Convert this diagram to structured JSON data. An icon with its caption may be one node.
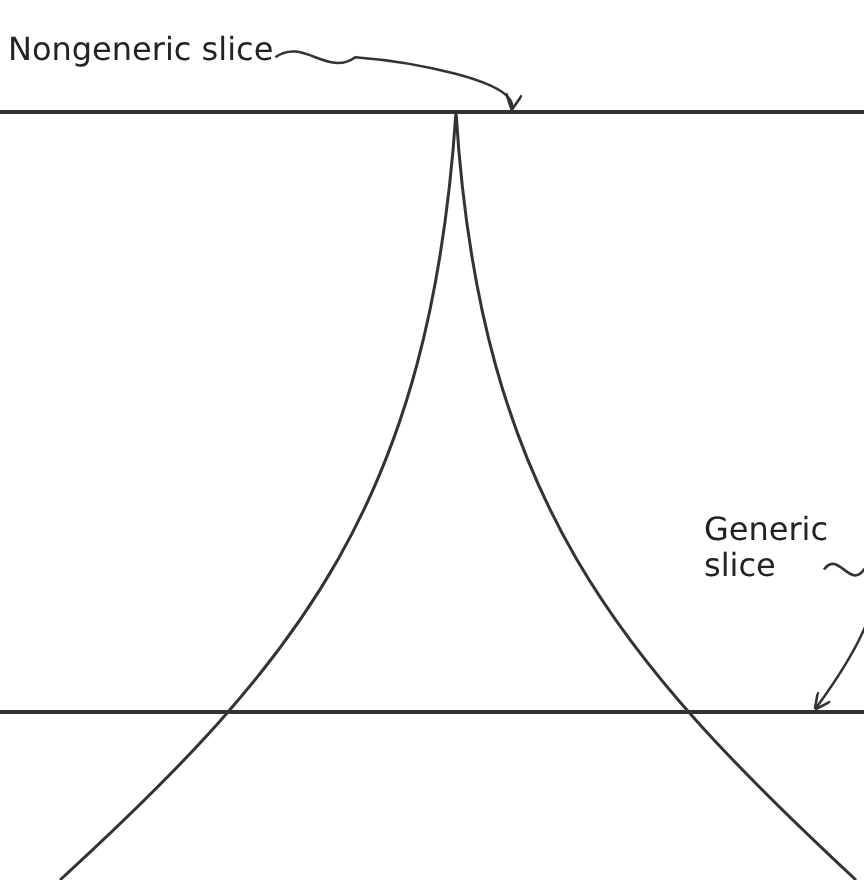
{
  "diagram": {
    "nodes": [
      {
        "text": [
          "Nongeneric slice"
        ]
      },
      {
        "text": [],
        "shape": "line"
      },
      {
        "text": [
          "Generic slice"
        ]
      },
      {
        "text": [],
        "shape": "line"
      }
    ],
    "edges": [
      {
        "from": 0,
        "to": 1,
        "arrow": "to"
      },
      {
        "from": 2,
        "to": 3,
        "arrow": "to"
      }
    ]
  }
}
